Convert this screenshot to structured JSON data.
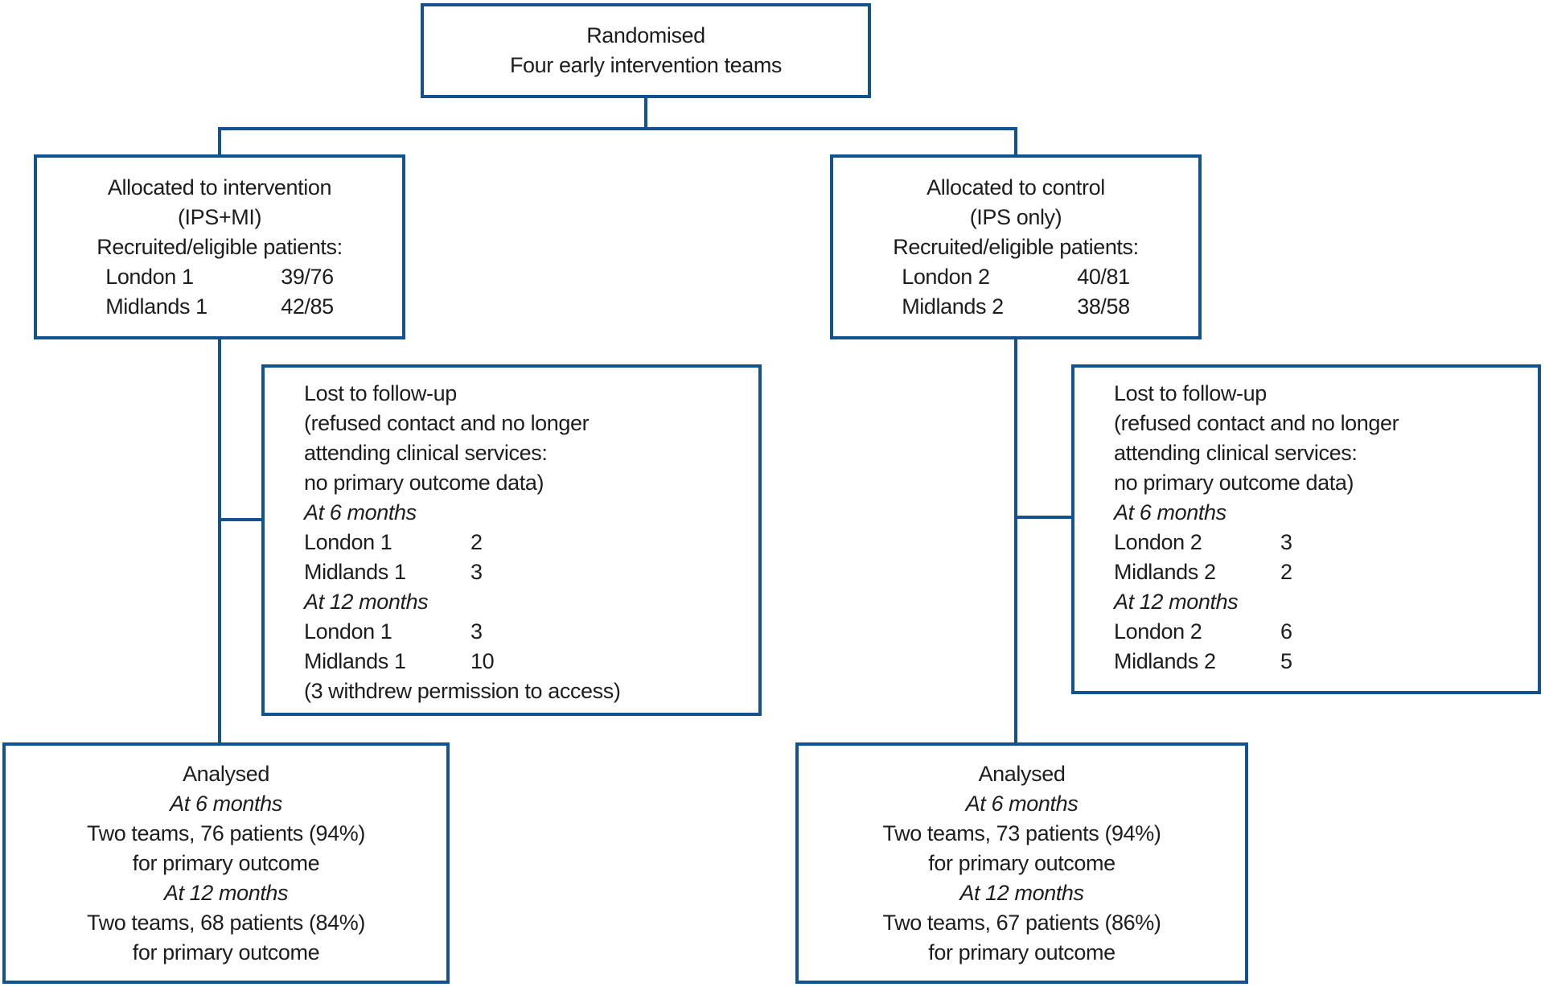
{
  "diagram": {
    "accent_color": "#12538F",
    "text_color": "#1d1d1f"
  },
  "boxes": {
    "randomised": {
      "line1": "Randomised",
      "line2": "Four early intervention teams"
    },
    "alloc_intervention": {
      "title": "Allocated to intervention",
      "subtitle": "(IPS+MI)",
      "recruited_label": "Recruited/eligible patients:",
      "rows": [
        {
          "site": "London 1",
          "value": "39/76"
        },
        {
          "site": "Midlands 1",
          "value": "42/85"
        }
      ]
    },
    "alloc_control": {
      "title": "Allocated to control",
      "subtitle": "(IPS only)",
      "recruited_label": "Recruited/eligible patients:",
      "rows": [
        {
          "site": "London 2",
          "value": "40/81"
        },
        {
          "site": "Midlands 2",
          "value": "38/58"
        }
      ]
    },
    "lost_intervention": {
      "title": "Lost to follow-up",
      "reason_line1": "(refused contact and no longer",
      "reason_line2": "attending clinical services:",
      "reason_line3": "no primary outcome data)",
      "at6_label": "At 6 months",
      "at6_rows": [
        {
          "site": "London 1",
          "value": "2"
        },
        {
          "site": "Midlands 1",
          "value": "3"
        }
      ],
      "at12_label": "At 12 months",
      "at12_rows": [
        {
          "site": "London 1",
          "value": "3"
        },
        {
          "site": "Midlands 1",
          "value": "10"
        }
      ],
      "footnote": "(3 withdrew permission to access)"
    },
    "lost_control": {
      "title": "Lost to follow-up",
      "reason_line1": "(refused contact and no longer",
      "reason_line2": "attending clinical services:",
      "reason_line3": "no primary outcome data)",
      "at6_label": "At 6 months",
      "at6_rows": [
        {
          "site": "London 2",
          "value": "3"
        },
        {
          "site": "Midlands 2",
          "value": "2"
        }
      ],
      "at12_label": "At 12 months",
      "at12_rows": [
        {
          "site": "London 2",
          "value": "6"
        },
        {
          "site": "Midlands 2",
          "value": "5"
        }
      ]
    },
    "analysed_intervention": {
      "title": "Analysed",
      "at6_label": "At 6 months",
      "at6_line": "Two teams, 76 patients (94%)",
      "outcome_line1": "for primary outcome",
      "at12_label": "At 12 months",
      "at12_line": "Two teams, 68 patients (84%)",
      "outcome_line2": "for primary outcome"
    },
    "analysed_control": {
      "title": "Analysed",
      "at6_label": "At 6 months",
      "at6_line": "Two teams, 73 patients (94%)",
      "outcome_line1": "for primary outcome",
      "at12_label": "At 12 months",
      "at12_line": "Two teams, 67 patients (86%)",
      "outcome_line2": "for primary outcome"
    }
  }
}
